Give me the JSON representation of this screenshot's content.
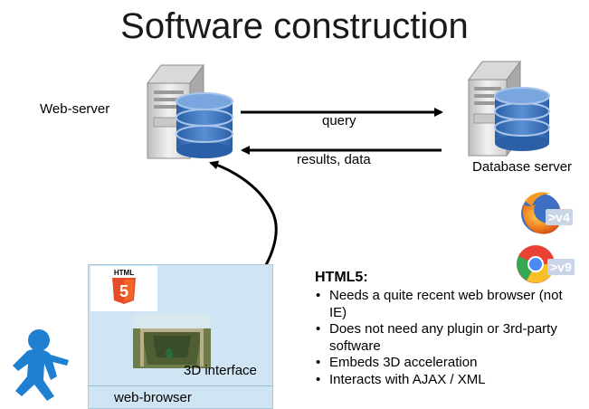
{
  "title": "Software construction",
  "web_server_label": "Web-server",
  "database_server_label": "Database server",
  "arrows": {
    "query": "query",
    "results": "results, data"
  },
  "browsers": {
    "firefox_version": ">v4",
    "chrome_version": ">v9"
  },
  "browser_box": {
    "html5_logo_text": "HTML",
    "html5_logo_digit": "5",
    "interface_label": "3D interface",
    "browser_label": "web-browser"
  },
  "html5": {
    "heading": "HTML5:",
    "points": [
      "Needs a quite recent web browser (not IE)",
      "Does not need any plugin or 3rd-party software",
      "Embeds 3D acceleration",
      "Interacts with AJAX / XML"
    ]
  },
  "colors": {
    "server_body": "#e6e6e6",
    "database_blue": "#3a6fb5",
    "html5_orange": "#e44d26",
    "person_blue": "#1f7fd1",
    "browser_bg": "#cfe5f3"
  }
}
